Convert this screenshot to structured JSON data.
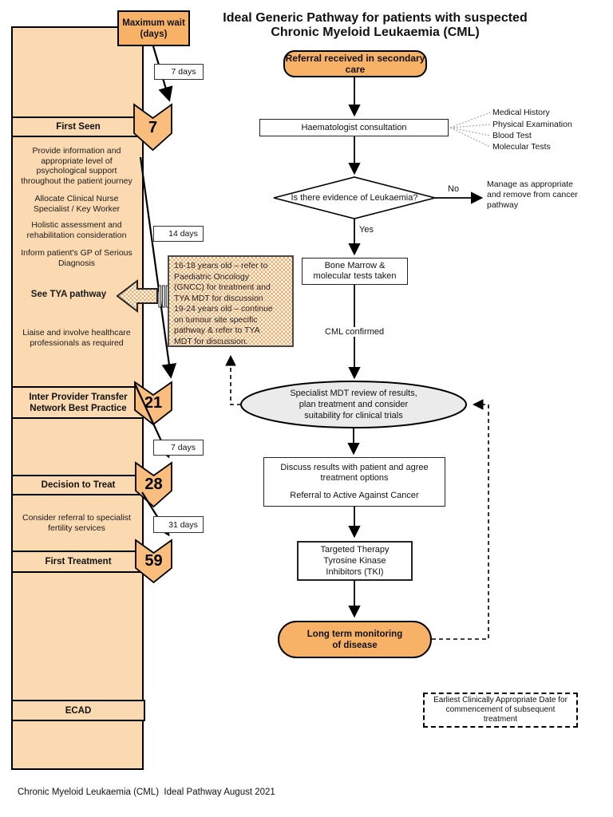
{
  "title": {
    "line1": "Ideal Generic Pathway for patients with suspected",
    "line2": "Chronic Myeloid Leukaemia (CML)"
  },
  "footer": "Chronic Myeloid Leukaemia (CML)  Ideal Pathway August 2021",
  "colors": {
    "sidebar_fill": "#FBD9B1",
    "chevron_fill": "#F9BE7E",
    "accent_orange": "#F8B267",
    "ellipse_fill": "#EBEBEB",
    "checker_orange": "#F2A860"
  },
  "sidebar": {
    "max_wait_label": "Maximum wait\n(days)",
    "milestones": [
      {
        "label": "First Seen",
        "days": "7",
        "wait_label": "7 days"
      },
      {
        "label": "Inter Provider Transfer\nNetwork Best Practice",
        "days": "21",
        "wait_label": "14 days"
      },
      {
        "label": "Decision to Treat",
        "days": "28",
        "wait_label": "7 days"
      },
      {
        "label": "First Treatment",
        "days": "59",
        "wait_label": "31 days"
      },
      {
        "label": "ECAD"
      }
    ],
    "notes": [
      "Provide information and appropriate level of psychological support throughout the patient journey",
      "Allocate Clinical Nurse Specialist / Key Worker",
      "Holistic assessment and rehabilitation consideration",
      "Inform patient's GP of Serious Diagnosis",
      "Liaise and involve healthcare professionals as required",
      "Consider referral to specialist fertility services"
    ],
    "see_tya": "See TYA pathway"
  },
  "flow": {
    "referral": "Referral received in secondary care",
    "haematologist": "Haematologist consultation",
    "tests": [
      "Medical History",
      "Physical Examination",
      "Blood Test",
      "Molecular Tests"
    ],
    "decision": "Is there evidence of Leukaemia?",
    "no_label": "No",
    "yes_label": "Yes",
    "manage": "Manage as appropriate\nand remove from cancer\npathway",
    "bone_marrow": "Bone Marrow  &\nmolecular tests taken",
    "cml_confirmed": "CML confirmed",
    "mdt": "Specialist MDT review of results,\nplan treatment and consider\nsuitability for clinical trials",
    "discuss_line1": "Discuss results with patient and agree treatment options",
    "discuss_line2": "Referral to Active Against Cancer",
    "targeted": "Targeted Therapy\nTyrosine Kinase\nInhibitors (TKI)",
    "monitoring": "Long term monitoring of disease",
    "tya_note": "16-18 years old – refer to\nPaediatric Oncology\n(GNCC) for treatment and\nTYA MDT for discussion\n19-24 years old – continue\non tumour site specific\npathway & refer to TYA\nMDT for discussion.",
    "ecad_note": "Earliest Clinically Appropriate Date for\ncommencement of subsequent\ntreatment"
  }
}
